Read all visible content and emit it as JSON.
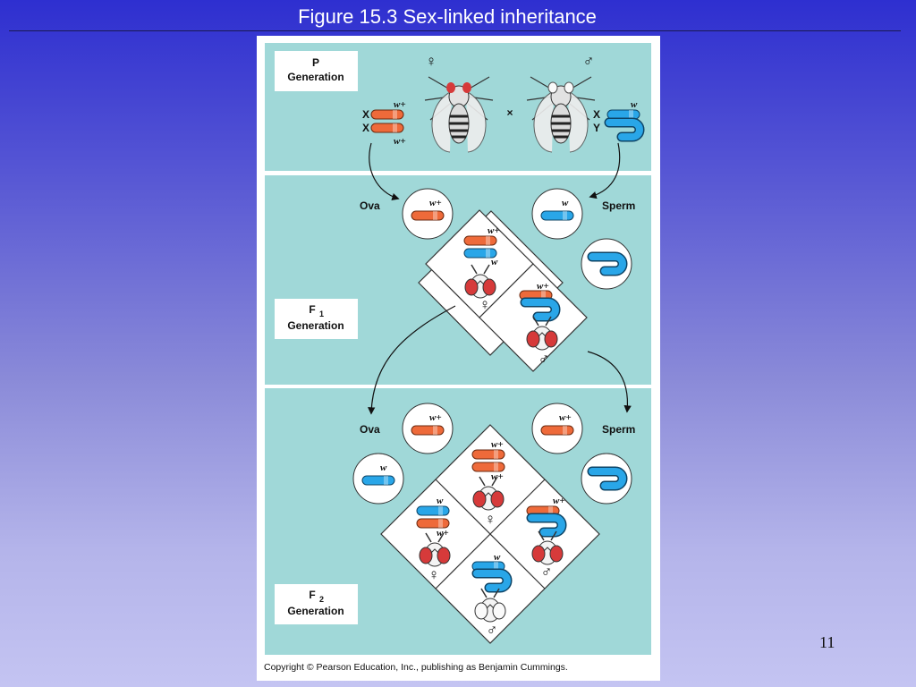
{
  "slide": {
    "title": "Figure 15.3  Sex-linked inheritance",
    "slide_number": "11"
  },
  "figure": {
    "copyright": "Copyright © Pearson Education, Inc., publishing as Benjamin Cummings.",
    "p_generation": {
      "label_line1": "P",
      "label_line2": "Generation"
    },
    "f1_generation": {
      "label_line1": "F",
      "label_sub": "1",
      "label_line2": "Generation"
    },
    "f2_generation": {
      "label_line1": "F",
      "label_sub": "2",
      "label_line2": "Generation"
    },
    "ova_label": "Ova",
    "sperm_label": "Sperm",
    "chrom_x": "X",
    "chrom_y": "Y",
    "cross_symbol": "×",
    "female_symbol": "♀",
    "male_symbol": "♂",
    "allele_wild": "w+",
    "allele_mutant": "w",
    "colors": {
      "panel": "#a0d8d8",
      "x_wild_chromosome": "#ee6a3a",
      "x_white_chromosome": "#29a6e8",
      "red_eye": "#d63a3a"
    }
  }
}
